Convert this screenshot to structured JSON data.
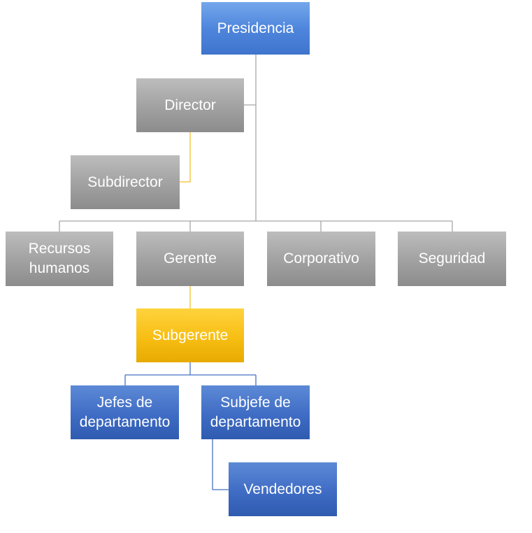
{
  "colors": {
    "gray_connector": "#a6a6a6",
    "gold_connector": "#f2c12e",
    "blue_connector": "#4472c4"
  },
  "nodes": {
    "presidencia": "Presidencia",
    "director": "Director",
    "subdirector": "Subdirector",
    "recursos_humanos": "Recursos\nhumanos",
    "gerente": "Gerente",
    "corporativo": "Corporativo",
    "seguridad": "Seguridad",
    "subgerente": "Subgerente",
    "jefes_departamento": "Jefes de\ndepartamento",
    "subjefe_departamento": "Subjefe de\ndepartamento",
    "vendedores": "Vendedores"
  }
}
